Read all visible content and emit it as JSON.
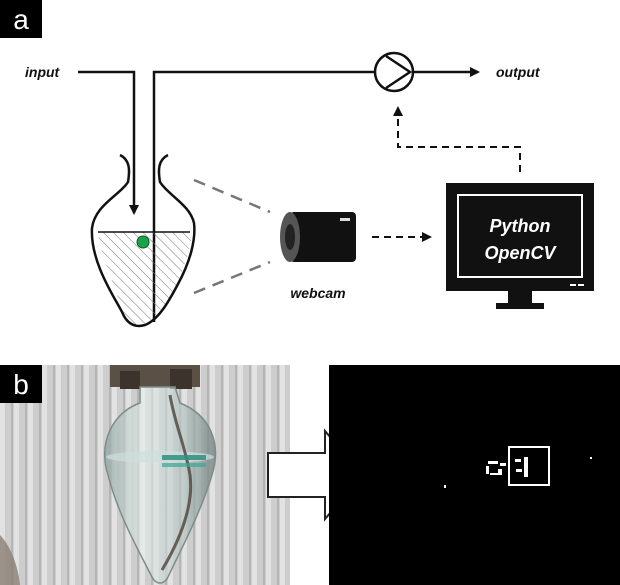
{
  "panel_a": {
    "label": "a",
    "input_label": "input",
    "output_label": "output",
    "webcam_label": "webcam",
    "monitor_line1": "Python",
    "monitor_line2": "OpenCV"
  },
  "panel_b": {
    "label": "b"
  },
  "colors": {
    "stroke": "#111111",
    "dashed": "#333333",
    "bead": "#1aa34a",
    "gray_dashed": "#777777"
  }
}
